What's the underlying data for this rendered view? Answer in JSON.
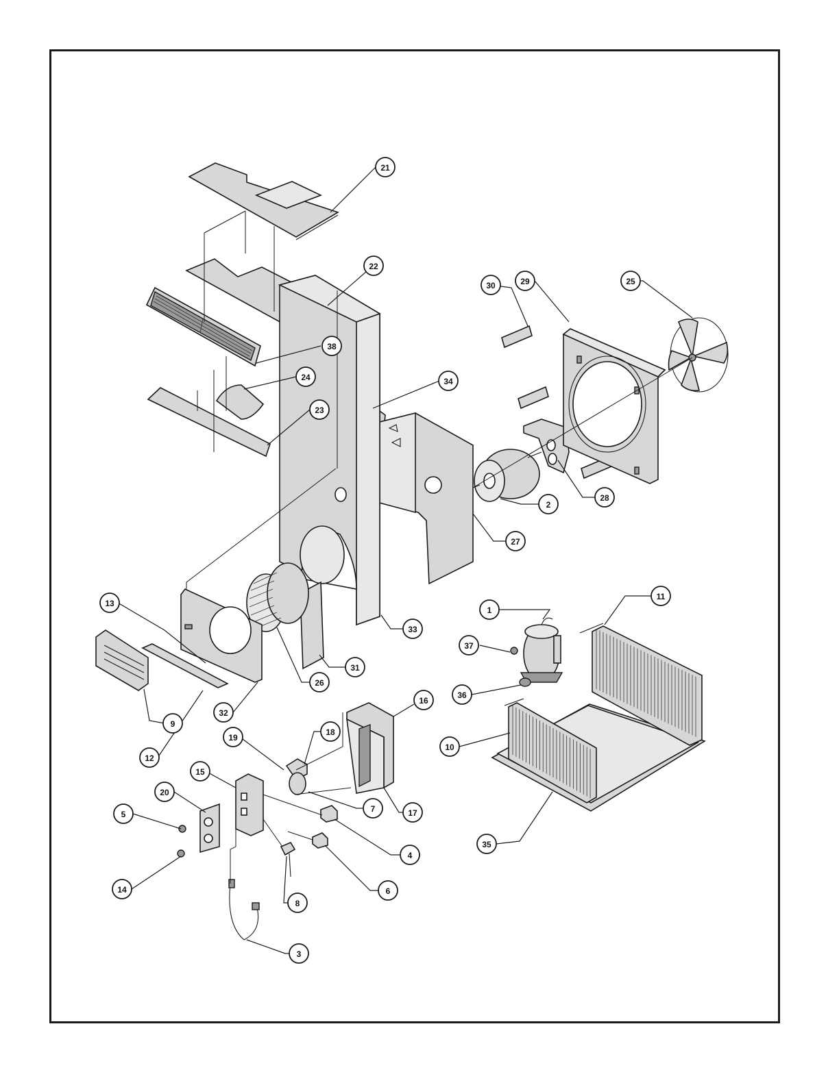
{
  "callouts": [
    {
      "label": "21"
    },
    {
      "label": "22"
    },
    {
      "label": "38"
    },
    {
      "label": "24"
    },
    {
      "label": "23"
    },
    {
      "label": "34"
    },
    {
      "label": "30"
    },
    {
      "label": "29"
    },
    {
      "label": "25"
    },
    {
      "label": "28"
    },
    {
      "label": "2"
    },
    {
      "label": "27"
    },
    {
      "label": "13"
    },
    {
      "label": "33"
    },
    {
      "label": "31"
    },
    {
      "label": "26"
    },
    {
      "label": "32"
    },
    {
      "label": "9"
    },
    {
      "label": "12"
    },
    {
      "label": "1"
    },
    {
      "label": "11"
    },
    {
      "label": "37"
    },
    {
      "label": "36"
    },
    {
      "label": "16"
    },
    {
      "label": "18"
    },
    {
      "label": "19"
    },
    {
      "label": "10"
    },
    {
      "label": "15"
    },
    {
      "label": "20"
    },
    {
      "label": "7"
    },
    {
      "label": "17"
    },
    {
      "label": "5"
    },
    {
      "label": "4"
    },
    {
      "label": "6"
    },
    {
      "label": "14"
    },
    {
      "label": "8"
    },
    {
      "label": "35"
    },
    {
      "label": "3"
    }
  ]
}
